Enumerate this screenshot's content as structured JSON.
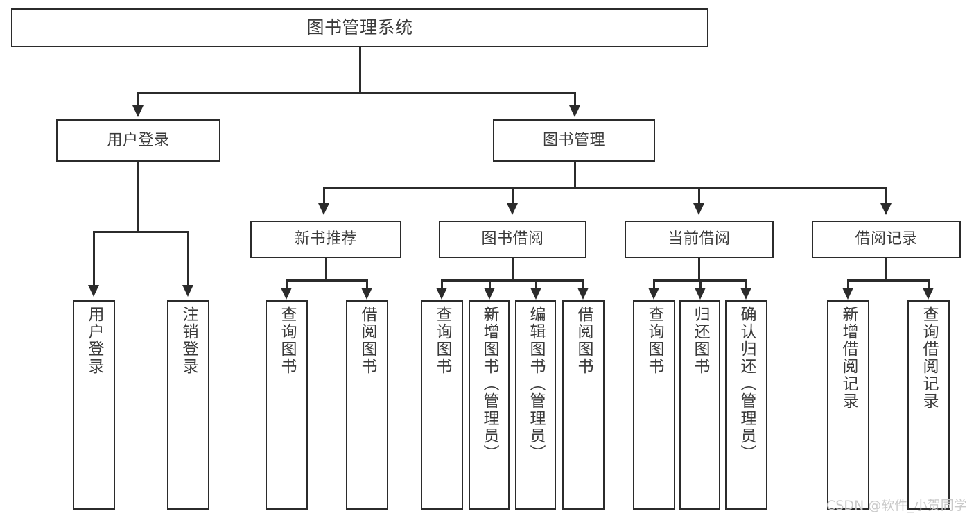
{
  "diagram": {
    "title": "图书管理系统",
    "root": {
      "label": "图书管理系统"
    },
    "level1": [
      {
        "label": "用户登录"
      },
      {
        "label": "图书管理"
      }
    ],
    "level2": [
      {
        "label": "新书推荐"
      },
      {
        "label": "图书借阅"
      },
      {
        "label": "当前借阅"
      },
      {
        "label": "借阅记录"
      }
    ],
    "leaves": {
      "user_login": [
        {
          "label": "用户登录"
        },
        {
          "label": "注销登录"
        }
      ],
      "new_book_recommend": [
        {
          "label": "查询图书"
        },
        {
          "label": "借阅图书"
        }
      ],
      "book_borrow": [
        {
          "label": "查询图书"
        },
        {
          "label": "新增图书（管理员）"
        },
        {
          "label": "编辑图书（管理员）"
        },
        {
          "label": "借阅图书"
        }
      ],
      "current_borrow": [
        {
          "label": "查询图书"
        },
        {
          "label": "归还图书"
        },
        {
          "label": "确认归还（管理员）"
        }
      ],
      "borrow_record": [
        {
          "label": "新增借阅记录"
        },
        {
          "label": "查询借阅记录"
        }
      ]
    }
  },
  "watermark": {
    "text": "CSDN @软件_小贺同学"
  },
  "colors": {
    "stroke": "#2b2b2b",
    "text": "#3a3a3a",
    "background": "#ffffff",
    "watermark": "#c9c9c9"
  }
}
